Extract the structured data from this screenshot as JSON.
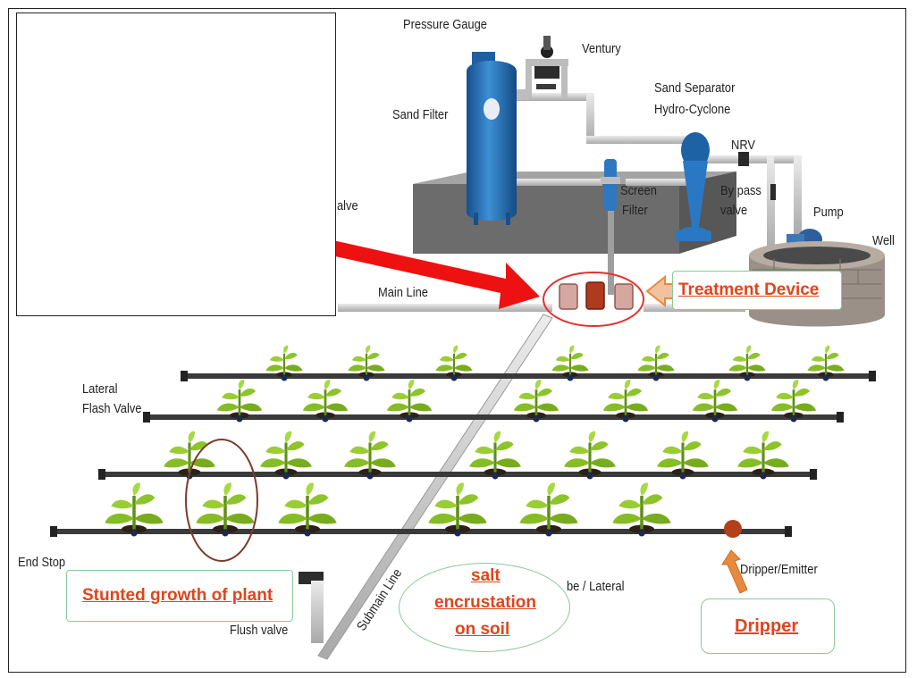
{
  "labels": {
    "pressure_gauge": "Pressure Gauge",
    "ventury": "Ventury",
    "sand_filter": "Sand Filter",
    "sand_separator_1": "Sand Separator",
    "sand_separator_2": "Hydro-Cyclone",
    "nrv": "NRV",
    "screen_filter_1": "Screen",
    "screen_filter_2": "Filter",
    "bypass_1": "By pass",
    "bypass_2": "valve",
    "pump": "Pump",
    "well": "Well",
    "valve_partial": "alve",
    "main_line": "Main Line",
    "lateral_1": "Lateral",
    "lateral_2": "Flash Valve",
    "end_stop": "End Stop",
    "flush_valve": "Flush valve",
    "submain_line": "Submain Line",
    "tube_lateral": "be / Lateral",
    "dripper_emitter": "Dripper/Emitter"
  },
  "callouts": {
    "treatment_device": "Treatment Device",
    "stunted_growth": "Stunted growth of plant",
    "salt_1": "salt",
    "salt_2": "encrustation",
    "salt_3": "on soil",
    "dripper": "Dripper"
  },
  "colors": {
    "callout_text": "#e0451b",
    "callout_border": "#8cc99a",
    "arrow_red": "#ee1111",
    "arrow_orange": "#e88a3c",
    "pipe_grey": "#c8c8c8",
    "lateral_black": "#3a3a3a",
    "filter_blue": "#1f6fb5",
    "leaf_green": "#7ab51d",
    "platform_grey": "#6f6f6f"
  }
}
